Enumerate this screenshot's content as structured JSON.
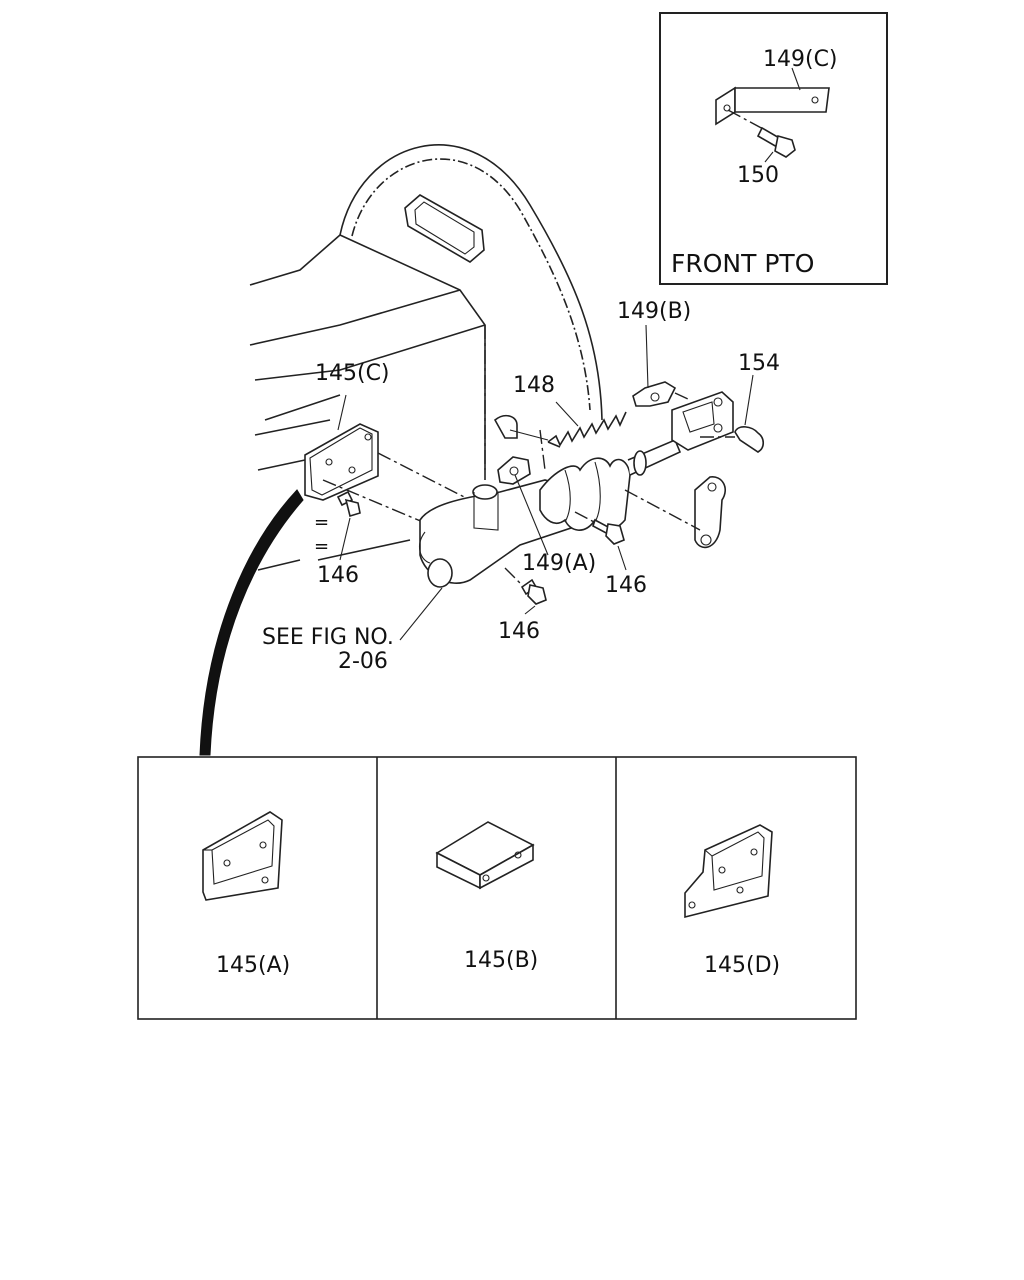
{
  "inset_front_pto": {
    "title": "FRONT PTO",
    "part_bracket": "149(C)",
    "part_bolt": "150"
  },
  "callouts": {
    "c145c": "145(C)",
    "c148": "148",
    "c149b": "149(B)",
    "c154": "154",
    "c149a": "149(A)",
    "c146_left": "146",
    "c146_right": "146",
    "c146_bottom": "146",
    "see_fig_line1": "SEE FIG NO.",
    "see_fig_line2": "2-06"
  },
  "variant_panels": [
    {
      "label": "145(A)"
    },
    {
      "label": "145(B)"
    },
    {
      "label": "145(D)"
    }
  ]
}
